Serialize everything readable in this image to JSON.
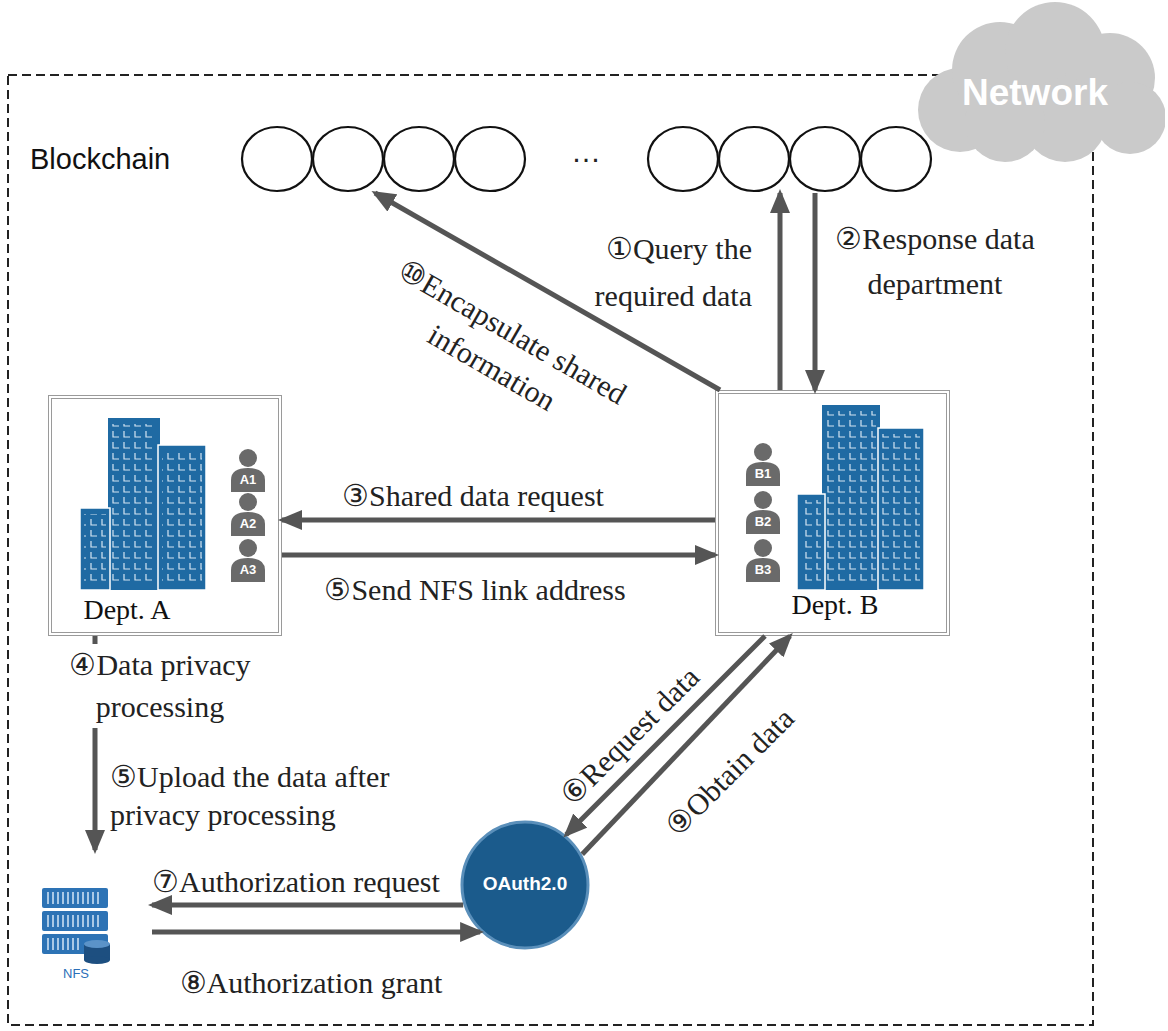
{
  "diagram": {
    "nodes": [
      {
        "text": [
          "Network"
        ]
      },
      {
        "text": [
          "Blockchain"
        ]
      },
      {
        "text": [
          "Dept. A"
        ]
      },
      {
        "text": [
          "A1"
        ],
        "in": 2
      },
      {
        "text": [
          "A2"
        ],
        "in": 2
      },
      {
        "text": [
          "A3"
        ],
        "in": 2
      },
      {
        "text": [
          "Dept. B"
        ]
      },
      {
        "text": [
          "B1"
        ],
        "in": 6
      },
      {
        "text": [
          "B2"
        ],
        "in": 6
      },
      {
        "text": [
          "B3"
        ],
        "in": 6
      },
      {
        "text": [
          "OAuth2.0"
        ]
      },
      {
        "text": [
          "NFS"
        ]
      }
    ],
    "edges": [
      {
        "from": 6,
        "to": 1,
        "arrow": "to",
        "label": "①Query the required data"
      },
      {
        "from": 1,
        "to": 6,
        "arrow": "to",
        "label": "②Response data department"
      },
      {
        "from": 6,
        "to": 1,
        "arrow": "to",
        "label": "⑩Encapsulate shared information"
      },
      {
        "from": 6,
        "to": 2,
        "arrow": "to",
        "label": "③Shared data request"
      },
      {
        "from": 2,
        "to": 6,
        "arrow": "to",
        "label": "⑤Send NFS link address"
      },
      {
        "from": 2,
        "to": 11,
        "arrow": "to",
        "label": "⑤Upload the data after privacy processing"
      },
      {
        "from": 6,
        "to": 10,
        "arrow": "to",
        "label": "⑥Request data"
      },
      {
        "from": 10,
        "to": 11,
        "arrow": "to",
        "label": "⑦Authorization request"
      },
      {
        "from": 11,
        "to": 10,
        "arrow": "to",
        "label": "⑧Authorization grant"
      },
      {
        "from": 10,
        "to": 6,
        "arrow": "to",
        "label": "⑨Obtain data"
      }
    ],
    "labels": [
      "…",
      "④Data privacy processing"
    ]
  }
}
